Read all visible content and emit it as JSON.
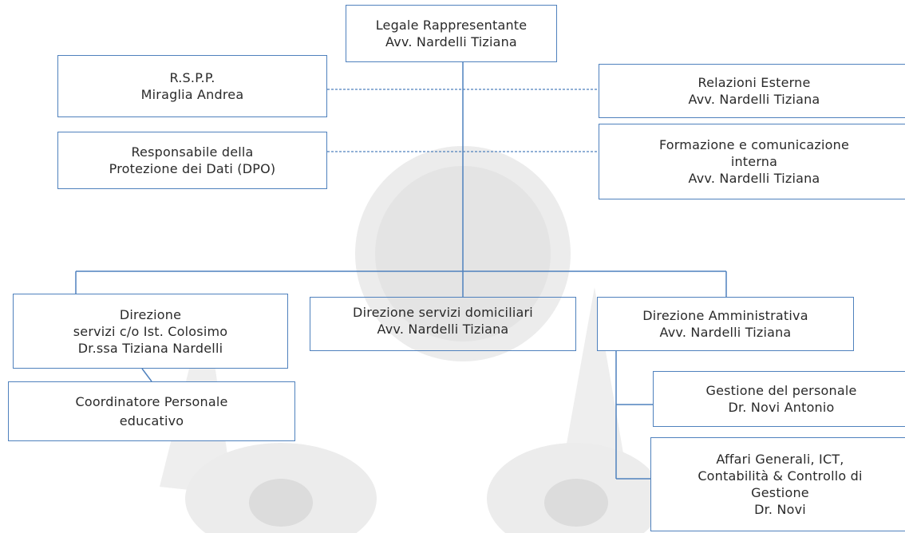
{
  "org_chart": {
    "legale": {
      "role": "Legale Rappresentante",
      "name": "Avv. Nardelli Tiziana"
    },
    "rspp": {
      "role": "R.S.P.P.",
      "name": "Miraglia Andrea"
    },
    "dpo": {
      "line1": "Responsabile della",
      "line2": "Protezione dei Dati (DPO)"
    },
    "relazioni": {
      "role": "Relazioni Esterne",
      "name": "Avv. Nardelli Tiziana"
    },
    "formazione": {
      "line1": "Formazione e comunicazione",
      "line2": "interna",
      "name": "Avv. Nardelli Tiziana"
    },
    "dir_colosimo": {
      "line1": "Direzione",
      "line2": "servizi c/o Ist. Colosimo",
      "name": "Dr.ssa Tiziana Nardelli"
    },
    "dir_domiciliari": {
      "role": "Direzione servizi domiciliari",
      "name": "Avv. Nardelli Tiziana"
    },
    "dir_amministrativa": {
      "role": "Direzione Amministrativa",
      "name": "Avv. Nardelli Tiziana"
    },
    "coordinatore": {
      "line1": "Coordinatore Personale",
      "line2": "educativo"
    },
    "gestione_personale": {
      "role": "Gestione del personale",
      "name": "Dr. Novi Antonio"
    },
    "affari_generali": {
      "line1": "Affari Generali, ICT,",
      "line2": "Contabilità & Controllo di",
      "line3": "Gestione",
      "name": "Dr. Novi"
    }
  },
  "colors": {
    "border": "#4f81bd",
    "connector": "#4f81bd",
    "watermark": "#e9e9e9"
  }
}
